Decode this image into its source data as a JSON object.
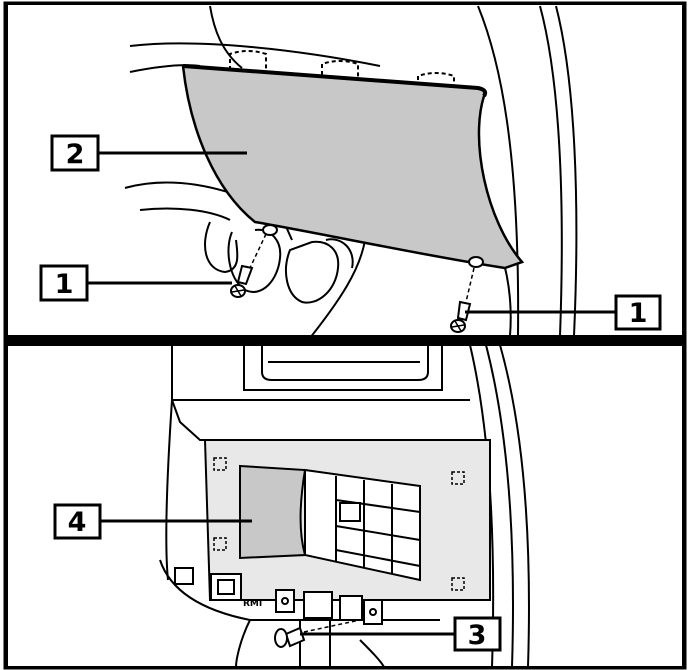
{
  "panels": [
    {
      "name": "upper-panel",
      "callouts": [
        "2",
        "1",
        "1"
      ]
    },
    {
      "name": "lower-panel",
      "callouts": [
        "4",
        "3"
      ]
    }
  ],
  "callouts": {
    "part_2": "2",
    "screw_left_1": "1",
    "screw_right_1": "1",
    "part_4": "4",
    "clip_3": "3"
  },
  "connector_label": "RMI",
  "colors": {
    "line": "#000000",
    "panel_fill": "#c8c8c8",
    "background": "#ffffff"
  }
}
